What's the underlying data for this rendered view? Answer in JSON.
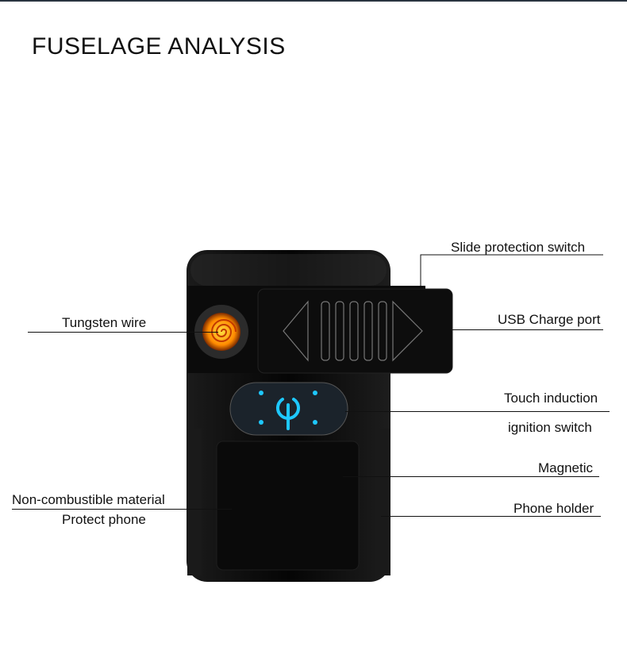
{
  "title": "FUSELAGE ANALYSIS",
  "labels": {
    "slide": "Slide  protection switch",
    "usb": "USB Charge port",
    "tungsten": "Tungsten wire",
    "touch1": "Touch induction",
    "touch2": "ignition switch",
    "magnetic": "Magnetic",
    "noncomb1": "Non-combustible material",
    "noncomb2": "Protect phone",
    "holder": "Phone holder"
  },
  "colors": {
    "ring": "#ff9a10",
    "glow": "#1ec8ff"
  }
}
